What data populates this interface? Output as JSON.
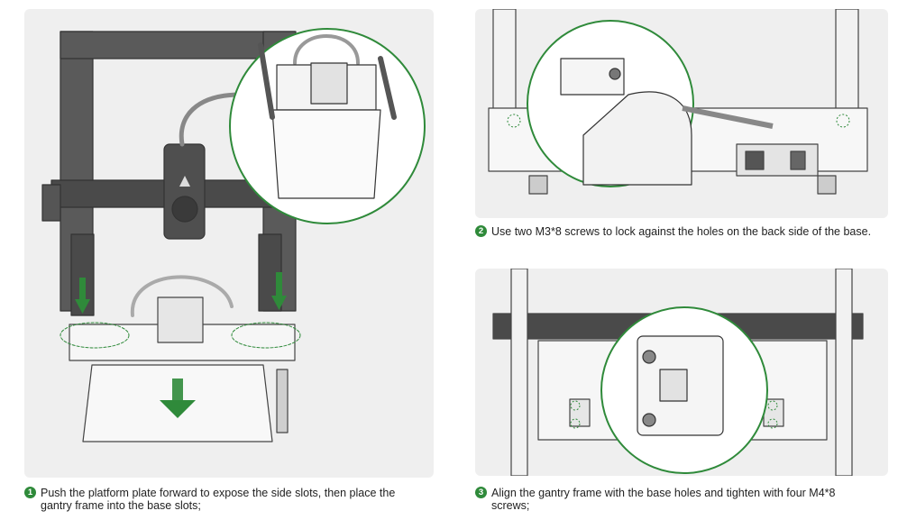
{
  "steps": [
    {
      "number": "1",
      "text": "Push the platform plate forward to expose the side slots, then place the gantry frame into the base slots;"
    },
    {
      "number": "2",
      "text": "Use two M3*8 screws to lock against the holes on the back side of the base."
    },
    {
      "number": "3",
      "text": "Align the gantry frame with the base holes and tighten with four M4*8 screws;"
    }
  ],
  "colors": {
    "accent": "#2f8a3a",
    "panel_bg": "#efefef",
    "frame_dark": "#4a4a4a"
  }
}
